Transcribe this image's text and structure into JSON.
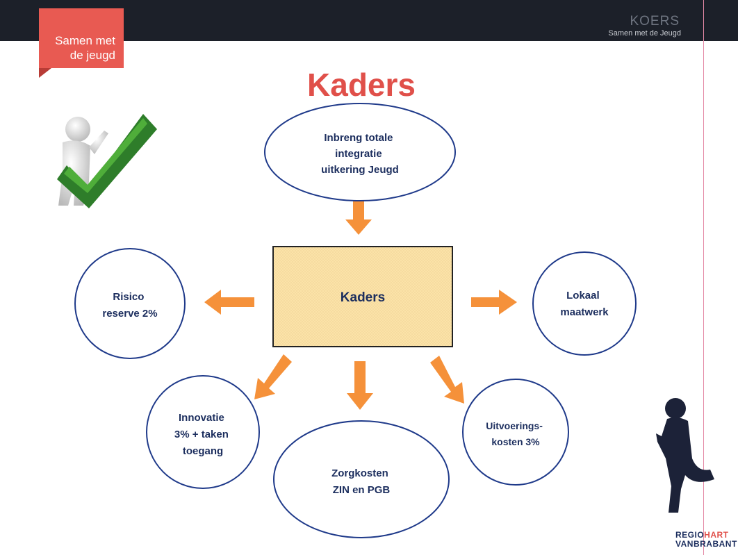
{
  "header": {
    "tag_line1": "Samen met",
    "tag_line2": "de jeugd",
    "brand": "KOERS",
    "brand_sub": "Samen met de Jeugd"
  },
  "title": "Kaders",
  "diagram": {
    "top_node": [
      "Inbreng totale",
      "integratie",
      "uitkering Jeugd"
    ],
    "center_node": "Kaders",
    "left_node": [
      "Risico",
      "reserve 2%"
    ],
    "right_node": [
      "Lokaal",
      "maatwerk"
    ],
    "bottom_left_node": [
      "Innovatie",
      "3%  + taken",
      "toegang"
    ],
    "bottom_center_node": [
      "Zorgkosten",
      "ZIN en PGB"
    ],
    "bottom_right_node": [
      "Uitvoerings-",
      "kosten 3%"
    ]
  },
  "logo": {
    "line1a": "REGIO",
    "line1b": "HART",
    "line2a": "VAN",
    "line2b": "BRABANT"
  },
  "colors": {
    "title": "#e0504a",
    "arrow": "#f5913a",
    "node_border": "#1f3a8a",
    "node_text": "#1c2e5e",
    "center_fill": "#fbe3a8"
  }
}
